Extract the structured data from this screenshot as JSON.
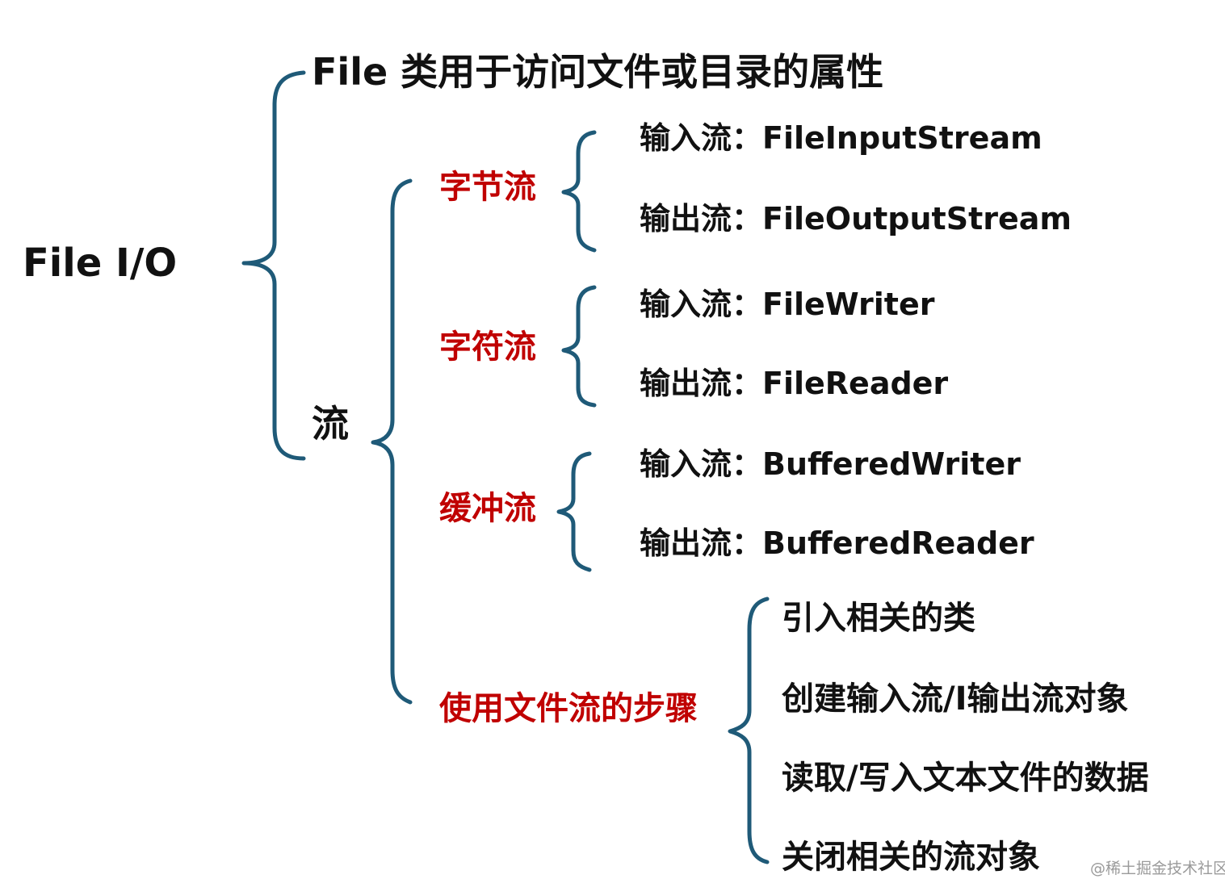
{
  "root": "File I/O",
  "file_branch": "File 类用于访问文件或目录的属性",
  "stream_branch": "流",
  "byte_stream": {
    "label": "字节流",
    "input": "输入流：FileInputStream",
    "output": "输出流：FileOutputStream"
  },
  "char_stream": {
    "label": "字符流",
    "input": "输入流：FileWriter",
    "output": "输出流：FileReader"
  },
  "buffer_stream": {
    "label": "缓冲流",
    "input": "输入流：BufferedWriter",
    "output": "输出流：BufferedReader"
  },
  "steps": {
    "label": "使用文件流的步骤",
    "items": [
      "引入相关的类",
      "创建输入流/I输出流对象",
      "读取/写入文本文件的数据",
      "关闭相关的流对象"
    ]
  },
  "watermark": "@稀土掘金技术社区",
  "colors": {
    "brace": "#1f5a78",
    "category": "#c00000",
    "text": "#111111"
  }
}
